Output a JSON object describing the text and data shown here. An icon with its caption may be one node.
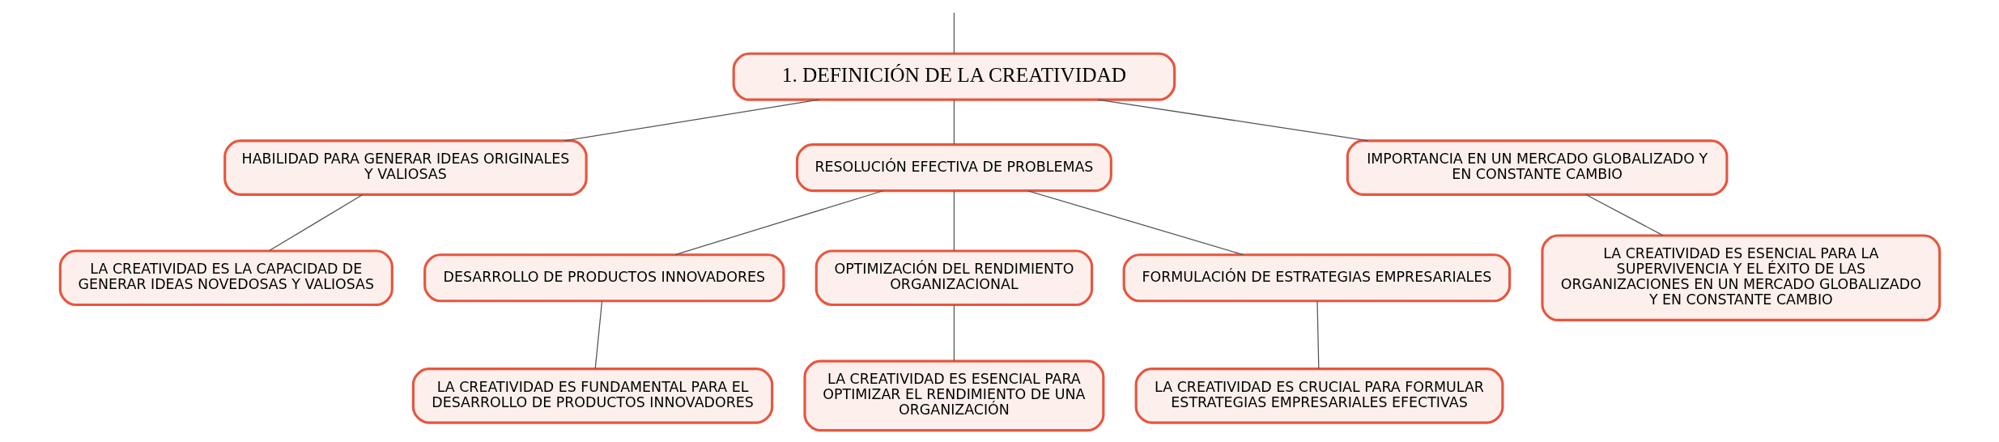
{
  "diagram": {
    "nodes": [
      {
        "text": [
          "1. DEFINICIÓN DE LA CREATIVIDAD"
        ]
      },
      {
        "text": [
          "HABILIDAD PARA GENERAR IDEAS ORIGINALES Y VALIOSAS"
        ]
      },
      {
        "text": [
          "LA CREATIVIDAD ES LA CAPACIDAD DE GENERAR IDEAS NOVEDOSAS Y VALIOSAS"
        ]
      },
      {
        "text": [
          "RESOLUCIÓN EFECTIVA DE PROBLEMAS"
        ]
      },
      {
        "text": [
          "DESARROLLO DE PRODUCTOS INNOVADORES"
        ]
      },
      {
        "text": [
          "LA CREATIVIDAD ES FUNDAMENTAL PARA EL DESARROLLO DE PRODUCTOS INNOVADORES"
        ]
      },
      {
        "text": [
          "OPTIMIZACIÓN DEL RENDIMIENTO ORGANIZACIONAL"
        ]
      },
      {
        "text": [
          "LA CREATIVIDAD ES ESENCIAL PARA OPTIMIZAR EL RENDIMIENTO DE UNA ORGANIZACIÓN"
        ]
      },
      {
        "text": [
          "FORMULACIÓN DE ESTRATEGIAS EMPRESARIALES"
        ]
      },
      {
        "text": [
          "LA CREATIVIDAD ES CRUCIAL PARA FORMULAR ESTRATEGIAS EMPRESARIALES EFECTIVAS"
        ]
      },
      {
        "text": [
          "IMPORTANCIA EN UN MERCADO GLOBALIZADO Y EN CONSTANTE CAMBIO"
        ]
      },
      {
        "text": [
          "LA CREATIVIDAD ES ESENCIAL PARA LA SUPERVIVENCIA Y EL ÉXITO DE LAS ORGANIZACIONES EN UN MERCADO GLOBALIZADO Y EN CONSTANTE CAMBIO"
        ]
      }
    ],
    "edges": [
      {
        "from": null,
        "to": 0,
        "arrow": "none"
      },
      {
        "from": 0,
        "to": 1,
        "arrow": "none"
      },
      {
        "from": 1,
        "to": 2,
        "arrow": "none"
      },
      {
        "from": 0,
        "to": 3,
        "arrow": "none"
      },
      {
        "from": 3,
        "to": 4,
        "arrow": "none"
      },
      {
        "from": 4,
        "to": 5,
        "arrow": "none"
      },
      {
        "from": 3,
        "to": 6,
        "arrow": "none"
      },
      {
        "from": 6,
        "to": 7,
        "arrow": "none"
      },
      {
        "from": 3,
        "to": 8,
        "arrow": "none"
      },
      {
        "from": 8,
        "to": 9,
        "arrow": "none"
      },
      {
        "from": 0,
        "to": 10,
        "arrow": "none"
      },
      {
        "from": 10,
        "to": 11,
        "arrow": "none"
      }
    ]
  }
}
